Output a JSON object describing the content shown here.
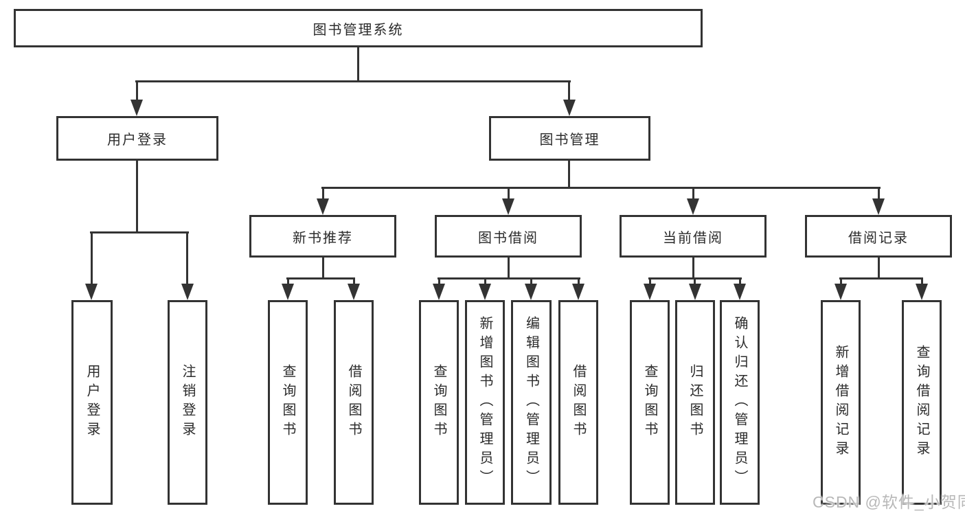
{
  "page": {
    "background": "#ffffff"
  },
  "colors": {
    "line": "#333333",
    "box_border": "#333333",
    "text": "#2b2b2b",
    "watermark": "#b8b8b8"
  },
  "watermark": "CSDN @软件_小贺同学",
  "tree": {
    "root": {
      "label": "图书管理系统"
    },
    "children": [
      {
        "label": "用户登录",
        "children": [
          {
            "label": "用户登录"
          },
          {
            "label": "注销登录"
          }
        ]
      },
      {
        "label": "图书管理",
        "children": [
          {
            "label": "新书推荐",
            "children": [
              {
                "label": "查询图书"
              },
              {
                "label": "借阅图书"
              }
            ]
          },
          {
            "label": "图书借阅",
            "children": [
              {
                "label": "查询图书"
              },
              {
                "label": "新增图书（管理员）"
              },
              {
                "label": "编辑图书（管理员）"
              },
              {
                "label": "借阅图书"
              }
            ]
          },
          {
            "label": "当前借阅",
            "children": [
              {
                "label": "查询图书"
              },
              {
                "label": "归还图书"
              },
              {
                "label": "确认归还（管理员）"
              }
            ]
          },
          {
            "label": "借阅记录",
            "children": [
              {
                "label": "新增借阅记录"
              },
              {
                "label": "查询借阅记录"
              }
            ]
          }
        ]
      }
    ]
  }
}
